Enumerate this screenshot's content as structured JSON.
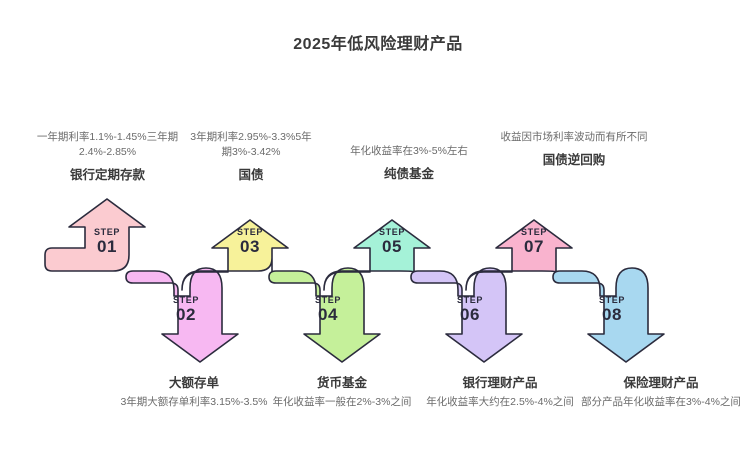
{
  "title": "2025年低风险理财产品",
  "palette": {
    "step01": "#FBCBD0",
    "step02": "#F7B8F2",
    "step03": "#F7F29A",
    "step04": "#C5F09A",
    "step05": "#A5F2D8",
    "step06": "#D4C5F7",
    "step07": "#F9B3CE",
    "step08": "#A8D8F0",
    "outline": "#2b2b3d",
    "title_color": "#3a3a3a",
    "name_color": "#3a3a3a",
    "desc_color": "#6b6b6b"
  },
  "step_word": "STEP",
  "steps": [
    {
      "number": "01",
      "name": "银行定期存款",
      "desc": "一年期利率1.1%-1.45%三年期2.4%-2.85%",
      "direction": "up",
      "color": "#FBCBD0"
    },
    {
      "number": "02",
      "name": "大额存单",
      "desc": "3年期大额存单利率3.15%-3.5%",
      "direction": "down",
      "color": "#F7B8F2"
    },
    {
      "number": "03",
      "name": "国债",
      "desc": "3年期利率2.95%-3.3%5年期3%-3.42%",
      "direction": "up",
      "color": "#F7F29A"
    },
    {
      "number": "04",
      "name": "货币基金",
      "desc": "年化收益率一般在2%-3%之间",
      "direction": "down",
      "color": "#C5F09A"
    },
    {
      "number": "05",
      "name": "纯债基金",
      "desc": "年化收益率在3%-5%左右",
      "direction": "up",
      "color": "#A5F2D8"
    },
    {
      "number": "06",
      "name": "银行理财产品",
      "desc": "年化收益率大约在2.5%-4%之间",
      "direction": "down",
      "color": "#D4C5F7"
    },
    {
      "number": "07",
      "name": "国债逆回购",
      "desc": "收益因市场利率波动而有所不同",
      "direction": "up",
      "color": "#F9B3CE"
    },
    {
      "number": "08",
      "name": "保险理财产品",
      "desc": "部分产品年化收益率在3%-4%之间",
      "direction": "down",
      "color": "#A8D8F0"
    }
  ]
}
